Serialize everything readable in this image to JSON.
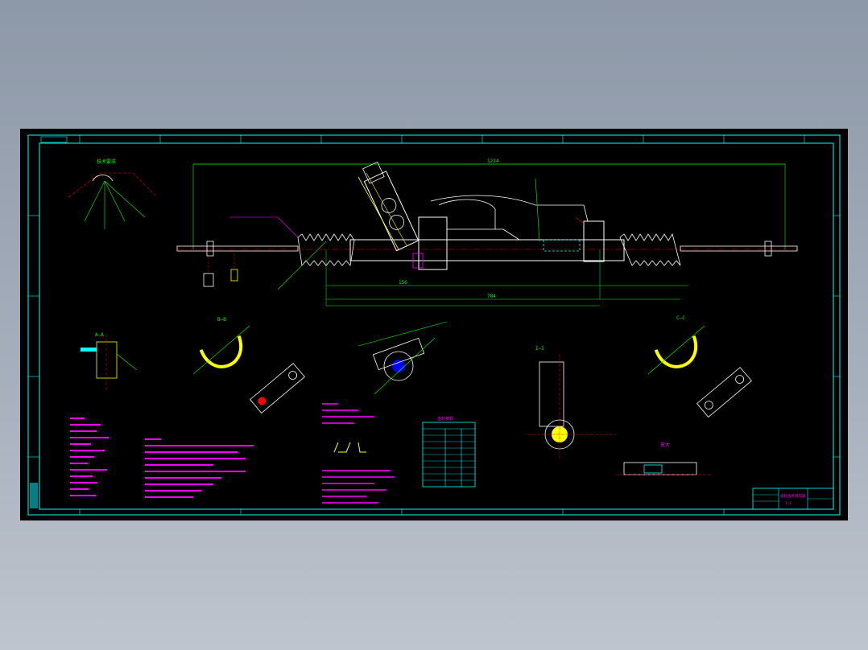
{
  "drawing": {
    "title_block": {
      "name": "齿轮齿条转向器",
      "scale": "1:1"
    },
    "top_left_label": "技术要求",
    "views": {
      "section_a": "A—A",
      "section_b": "B—B",
      "section_c": "C—C",
      "section_i": "I—I",
      "detail_label": "放大"
    },
    "dimensions": {
      "overall": "1224",
      "stroke": "156",
      "center": "784"
    },
    "parameter_table": {
      "title": "齿轮参数"
    },
    "colors": {
      "frame": "#00ffff",
      "geometry": "#ffffff",
      "dimension": "#00ff00",
      "hidden": "#ff0000",
      "annotation": "#ff00ff",
      "highlight": "#ffff00"
    }
  }
}
